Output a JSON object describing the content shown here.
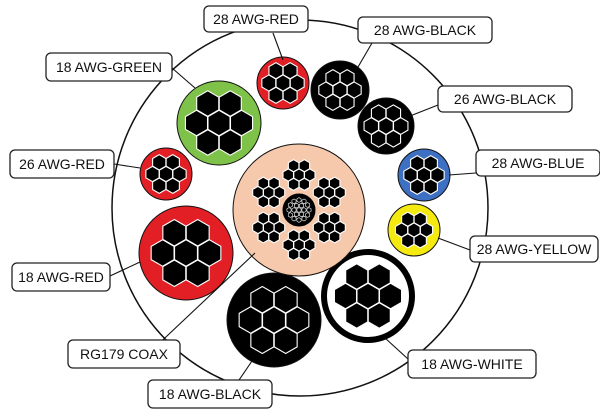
{
  "colors": {
    "jacket": "#ffffff",
    "red": "#e31f26",
    "black": "#000000",
    "green": "#7fc24a",
    "blue": "#3d6fc2",
    "yellow": "#f5ea10",
    "white": "#ffffff",
    "coax_fill": "#f6c8ac",
    "strand": "#000000",
    "strand_outline": "#ffffff"
  },
  "wires": [
    {
      "id": "red-28-top",
      "label": "28 AWG-RED",
      "color": "red",
      "strand_count": 7
    },
    {
      "id": "black-28-top",
      "label": "28 AWG-BLACK",
      "color": "black",
      "strand_count": 7
    },
    {
      "id": "black-26",
      "label": "26 AWG-BLACK",
      "color": "black",
      "strand_count": 7
    },
    {
      "id": "blue-28",
      "label": "28 AWG-BLUE",
      "color": "blue",
      "strand_count": 7
    },
    {
      "id": "yellow-28",
      "label": "28 AWG-YELLOW",
      "color": "yellow",
      "strand_count": 7
    },
    {
      "id": "white-18",
      "label": "18 AWG-WHITE",
      "color": "white",
      "strand_count": 7
    },
    {
      "id": "black-18",
      "label": "18 AWG-BLACK",
      "color": "black",
      "strand_count": 7
    },
    {
      "id": "coax-rg179",
      "label": "RG179 COAX",
      "color": "coax_fill",
      "strand_count": 7
    },
    {
      "id": "red-18",
      "label": "18 AWG-RED",
      "color": "red",
      "strand_count": 7
    },
    {
      "id": "red-26",
      "label": "26 AWG-RED",
      "color": "red",
      "strand_count": 7
    },
    {
      "id": "green-18",
      "label": "18 AWG-GREEN",
      "color": "green",
      "strand_count": 7
    }
  ]
}
